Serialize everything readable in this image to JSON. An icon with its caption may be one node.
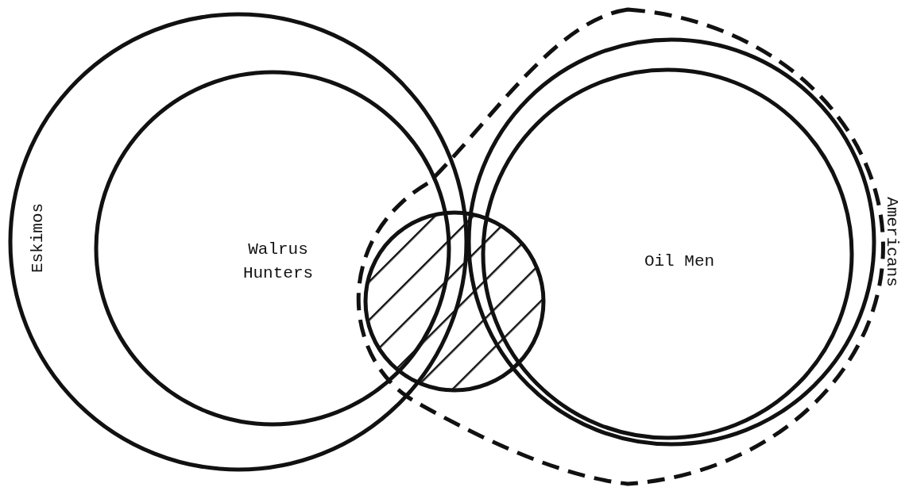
{
  "diagram": {
    "nodes": [
      {
        "text": [
          "Eskimos"
        ]
      },
      {
        "text": [
          "Walrus Hunters"
        ],
        "in": 0
      },
      {
        "text": [
          "Americans"
        ]
      },
      {
        "text": [],
        "shape": "circle",
        "in": 2
      },
      {
        "text": [],
        "shape": "circle",
        "in": 2
      },
      {
        "text": [
          "Oil Men"
        ],
        "in": 4
      }
    ],
    "edges": []
  }
}
